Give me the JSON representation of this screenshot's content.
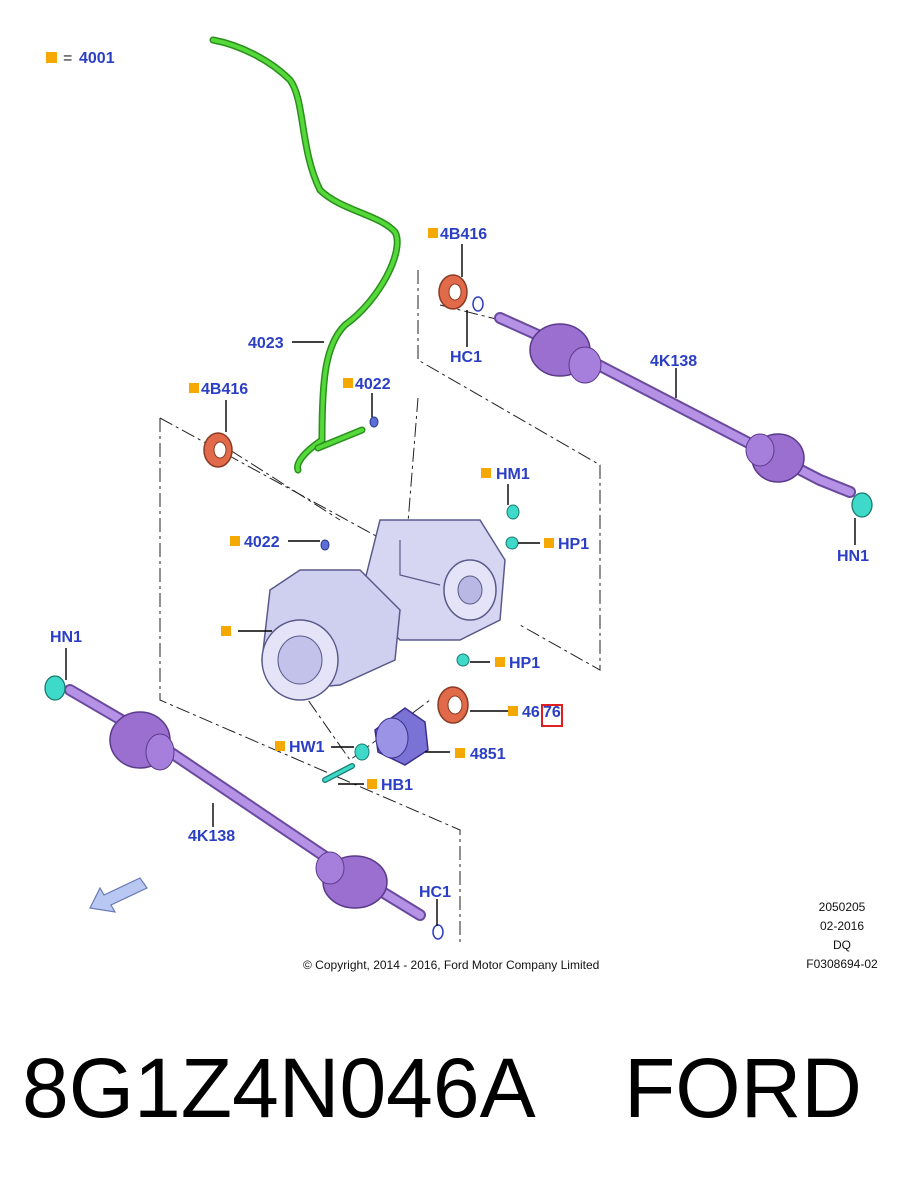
{
  "legend": {
    "symbol_text": "=",
    "value": "4001"
  },
  "callouts": {
    "tube_4023": "4023",
    "seal_4B416_upper": "4B416",
    "seal_4B416_left": "4B416",
    "vent_4022_upper": "4022",
    "vent_4022_lower": "4022",
    "clip_HC1_upper": "HC1",
    "clip_HC1_lower": "HC1",
    "shaft_4K138_right": "4K138",
    "shaft_4K138_left": "4K138",
    "nut_HN1_right": "HN1",
    "nut_HN1_left": "HN1",
    "mount_HM1": "HM1",
    "plug_HP1_upper": "HP1",
    "plug_HP1_lower": "HP1",
    "seal_4676": "46",
    "seal_4676_boxed": "76",
    "bearing_4851": "4851",
    "washer_HW1": "HW1",
    "bolt_HB1": "HB1",
    "housing_unlabeled": ""
  },
  "meta": {
    "line1": "2050205",
    "line2": "02-2016",
    "line3": "DQ",
    "line4": "F0308694-02"
  },
  "copyright": "© Copyright, 2014 - 2016, Ford Motor Company Limited",
  "caption": {
    "part_number": "8G1Z4N046A",
    "brand": "FORD"
  },
  "colors": {
    "label_blue": "#2b3fc4",
    "marker_orange": "#f5a800",
    "tube_green": "#3fbf2a",
    "shaft_purple": "#9b6fd0",
    "seal_orange": "#e06a4a",
    "nut_cyan": "#3fd9c9",
    "housing_lavender": "#c9c8ec",
    "highlight_red": "#e02020"
  }
}
